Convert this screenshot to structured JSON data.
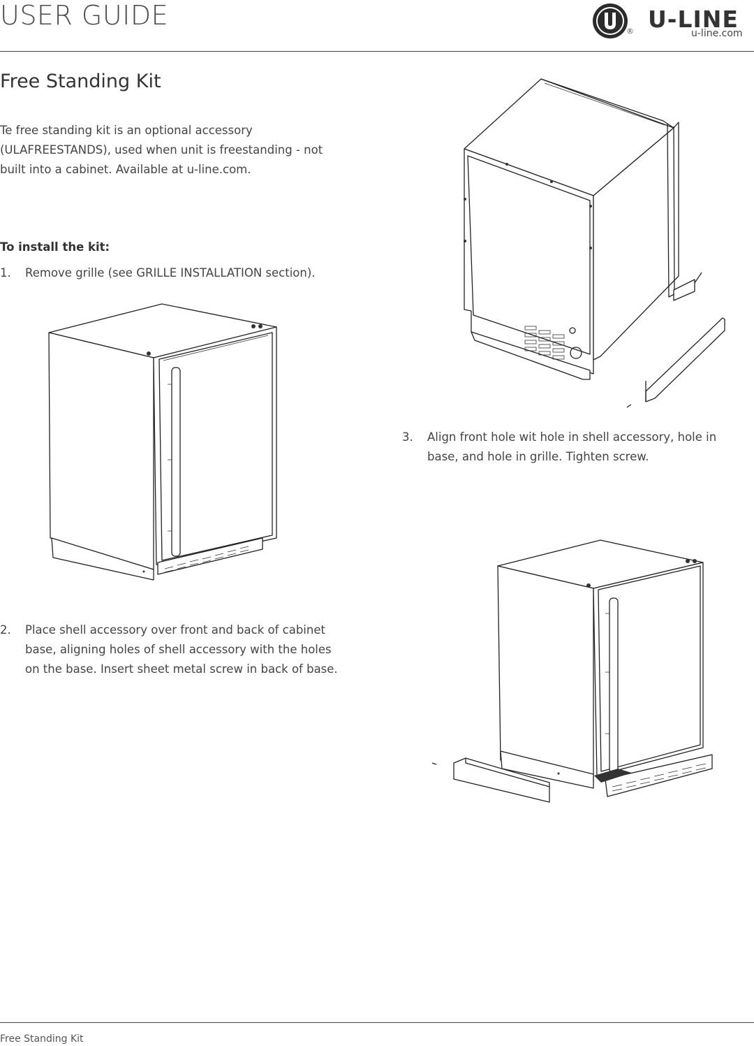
{
  "header": {
    "title": "USER GUIDE",
    "logo_text": "U-LINE",
    "logo_registered": "®",
    "logo_url": "u-line.com"
  },
  "section": {
    "title": "Free Standing Kit",
    "intro_lines": [
      "Te free standing kit is an optional accessory",
      "(ULAFREESTANDS), used when unit is freestanding - not",
      "built into a cabinet. Available at u-line.com."
    ],
    "subhead": "To install the kit:"
  },
  "steps": [
    {
      "num": "1.",
      "lines": [
        "Remove grille (see GRILLE INSTALLATION section)."
      ]
    },
    {
      "num": "2.",
      "lines": [
        "Place shell accessory over front and back of cabinet",
        "base, aligning holes of shell accessory with the holes",
        "on the base. Insert sheet metal screw in back of base."
      ]
    },
    {
      "num": "3.",
      "lines": [
        "Align front hole wit hole in shell accessory, hole in",
        "base, and hole in grille. Tighten screw."
      ]
    }
  ],
  "footer": {
    "label": "Free Standing Kit"
  },
  "colors": {
    "text": "#3a3a3a",
    "rule": "#444444",
    "line_art": "#222222"
  }
}
